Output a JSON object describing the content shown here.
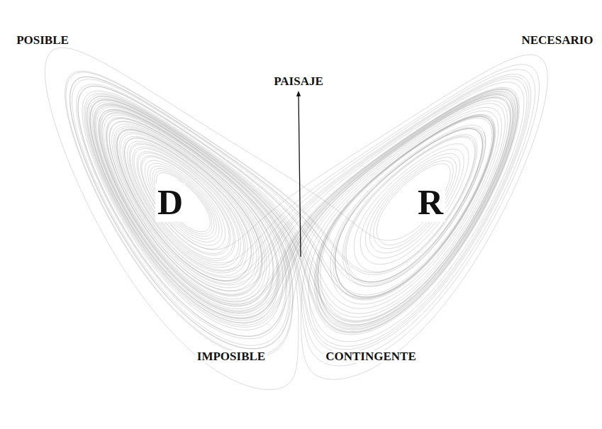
{
  "diagram": {
    "labels": [
      "POSIBLE",
      "NECESARIO",
      "PAISAJE",
      "D",
      "R",
      "IMPOSIBLE",
      "CONTINGENTE"
    ]
  }
}
